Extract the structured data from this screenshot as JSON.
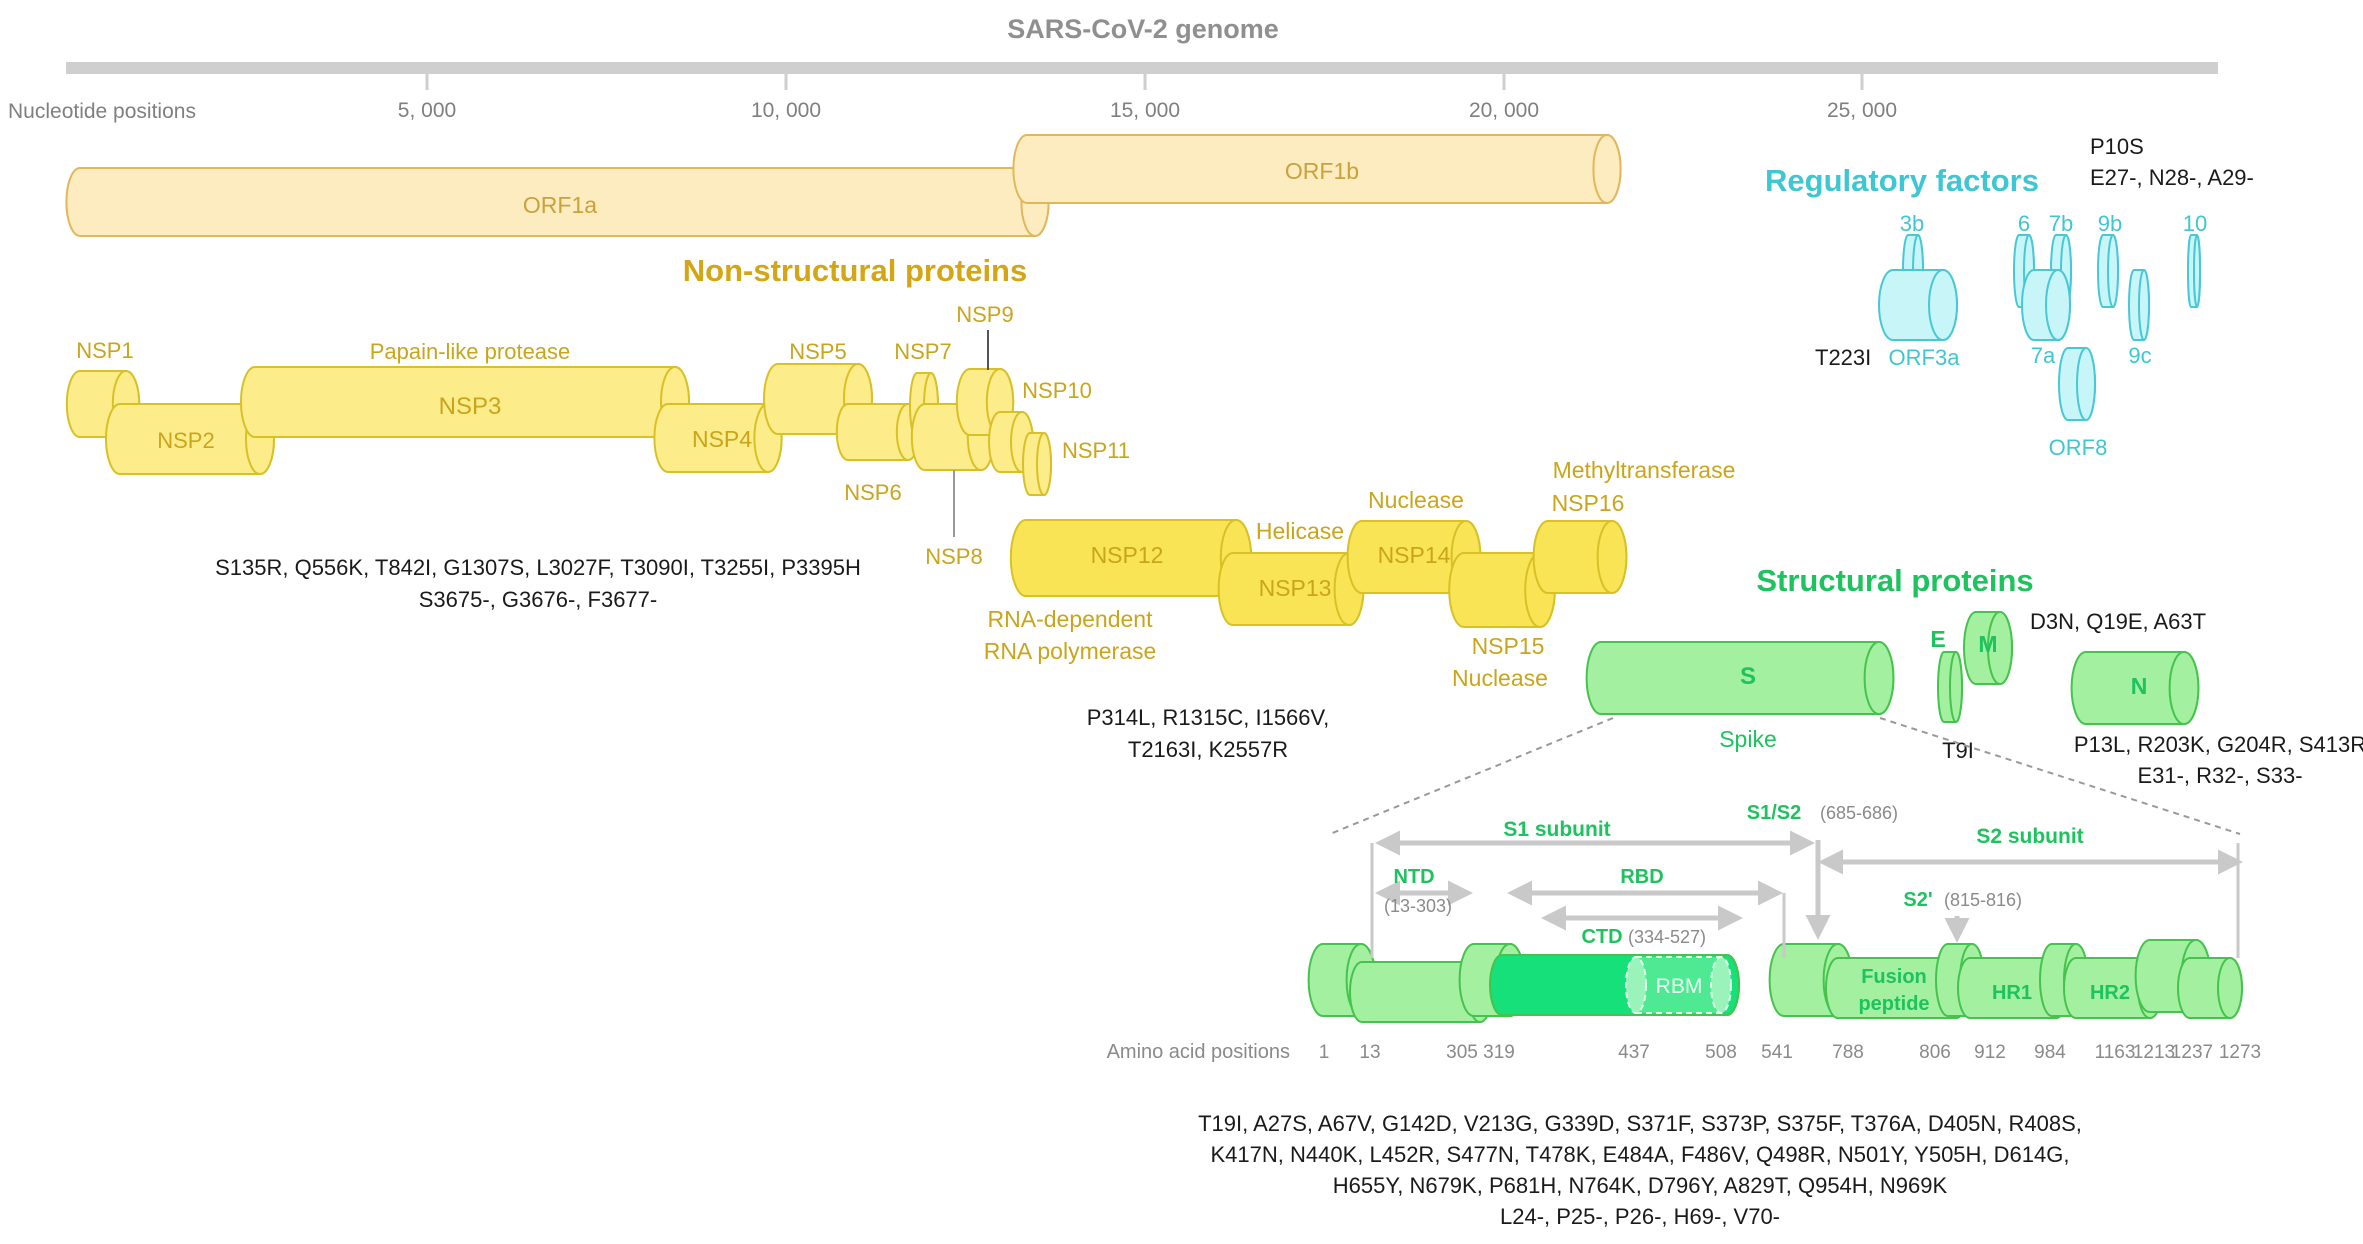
{
  "genome": {
    "title": "SARS-CoV-2 genome",
    "axis_label": "Nucleotide positions",
    "ticks": [
      "5, 000",
      "10, 000",
      "15, 000",
      "20, 000",
      "25, 000"
    ]
  },
  "orfs": {
    "orf1a": "ORF1a",
    "orf1b": "ORF1b"
  },
  "nonstructural": {
    "title": "Non-structural proteins",
    "nsp1": "NSP1",
    "nsp2": "NSP2",
    "nsp3": "NSP3",
    "nsp3_desc": "Papain-like protease",
    "nsp4": "NSP4",
    "nsp5": "NSP5",
    "nsp6": "NSP6",
    "nsp7": "NSP7",
    "nsp8": "NSP8",
    "nsp9": "NSP9",
    "nsp10": "NSP10",
    "nsp11": "NSP11",
    "nsp12": "NSP12",
    "nsp12_desc1": "RNA-dependent",
    "nsp12_desc2": "RNA polymerase",
    "nsp13": "NSP13",
    "nsp13_desc": "Helicase",
    "nsp14": "NSP14",
    "nsp14_desc": "Nuclease",
    "nsp15": "NSP15",
    "nsp15_desc": "Nuclease",
    "nsp16": "NSP16",
    "nsp16_desc": "Methyltransferase",
    "mut_orf1a_line1": "S135R, Q556K, T842I, G1307S, L3027F, T3090I, T3255I, P3395H",
    "mut_orf1a_line2": "S3675-, G3676-, F3677-",
    "mut_orf1b_line1": "P314L, R1315C, I1566V,",
    "mut_orf1b_line2": "T2163I, K2557R"
  },
  "regulatory": {
    "title": "Regulatory factors",
    "orf3b": "3b",
    "orf3a": "ORF3a",
    "orf6": "6",
    "orf7a": "7a",
    "orf7b": "7b",
    "orf8": "ORF8",
    "orf9b": "9b",
    "orf9c": "9c",
    "orf10": "10",
    "mut_orf3a": "T223I",
    "mut_orf9b_line1": "P10S",
    "mut_orf9b_line2": "E27-, N28-,  A29-"
  },
  "structural": {
    "title": "Structural proteins",
    "s": "S",
    "s_desc": "Spike",
    "e": "E",
    "m": "M",
    "n": "N",
    "mut_e": "T9I",
    "mut_m": "D3N, Q19E, A63T",
    "mut_n_line1": "P13L, R203K, G204R, S413R",
    "mut_n_line2": "E31-, R32-, S33-"
  },
  "spike_detail": {
    "s1_subunit": "S1 subunit",
    "s2_subunit": "S2 subunit",
    "s1s2": "S1/S2",
    "s1s2_range": "(685-686)",
    "ntd": "NTD",
    "ntd_range": "(13-303)",
    "rbd": "RBD",
    "ctd": "CTD",
    "ctd_range": "(334-527)",
    "s2prime": "S2'",
    "s2prime_range": "(815-816)",
    "rbm": "RBM",
    "fusion1": "Fusion",
    "fusion2": "peptide",
    "hr1": "HR1",
    "hr2": "HR2",
    "aa_label": "Amino acid positions",
    "aa_positions": [
      "1",
      "13",
      "305",
      "319",
      "437",
      "508",
      "541",
      "788",
      "806",
      "912",
      "984",
      "1163",
      "1213",
      "1237",
      "1273"
    ],
    "mut_line1": "T19I, A27S, A67V, G142D, V213G, G339D, S371F, S373P, S375F, T376A, D405N, R408S,",
    "mut_line2": "K417N, N440K, L452R, S477N, T478K, E484A, F486V, Q498R, N501Y, Y505H, D614G,",
    "mut_line3": "H655Y, N679K, P681H, N764K, D796Y, A829T, Q954H, N969K",
    "mut_line4": "L24-, P25-, P26-, H69-, V70-"
  },
  "colors": {
    "orf_fill": "#fdecc0",
    "orf_stroke": "#e1b75c",
    "orf_text": "#c9a23a",
    "nsp_fill": "#fcec8a",
    "nsp_fill_dark": "#f8e455",
    "nsp_stroke": "#d8c027",
    "nsp_text": "#caa51c",
    "reg_fill": "#c8f5f8",
    "reg_stroke": "#48c8d5",
    "reg_text": "#3ec7d2",
    "str_fill": "#a3f0a0",
    "str_stroke": "#46c24e",
    "str_text": "#1ec25f",
    "rbd_fill": "#16e07a",
    "grey": "#c9c9c9",
    "grey_text": "#8a8a8a"
  }
}
